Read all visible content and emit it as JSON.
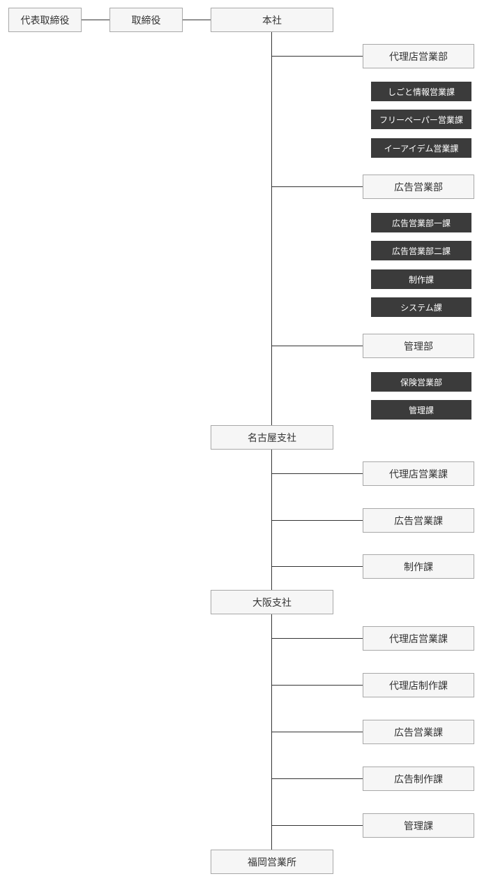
{
  "top": {
    "ceo": "代表取締役",
    "director": "取締役",
    "honsha": "本社"
  },
  "honsha_departments": [
    {
      "name": "代理店営業部",
      "sections": [
        "しごと情報営業課",
        "フリーペーパー営業課",
        "イーアイデム営業課"
      ]
    },
    {
      "name": "広告営業部",
      "sections": [
        "広告営業部一課",
        "広告営業部二課",
        "制作課",
        "システム課"
      ]
    },
    {
      "name": "管理部",
      "sections": [
        "保険営業部",
        "管理課"
      ]
    }
  ],
  "nagoya": {
    "name": "名古屋支社",
    "sections": [
      "代理店営業課",
      "広告営業課",
      "制作課"
    ]
  },
  "osaka": {
    "name": "大阪支社",
    "sections": [
      "代理店営業課",
      "代理店制作課",
      "広告営業課",
      "広告制作課",
      "管理課"
    ]
  },
  "fukuoka": {
    "name": "福岡営業所"
  }
}
